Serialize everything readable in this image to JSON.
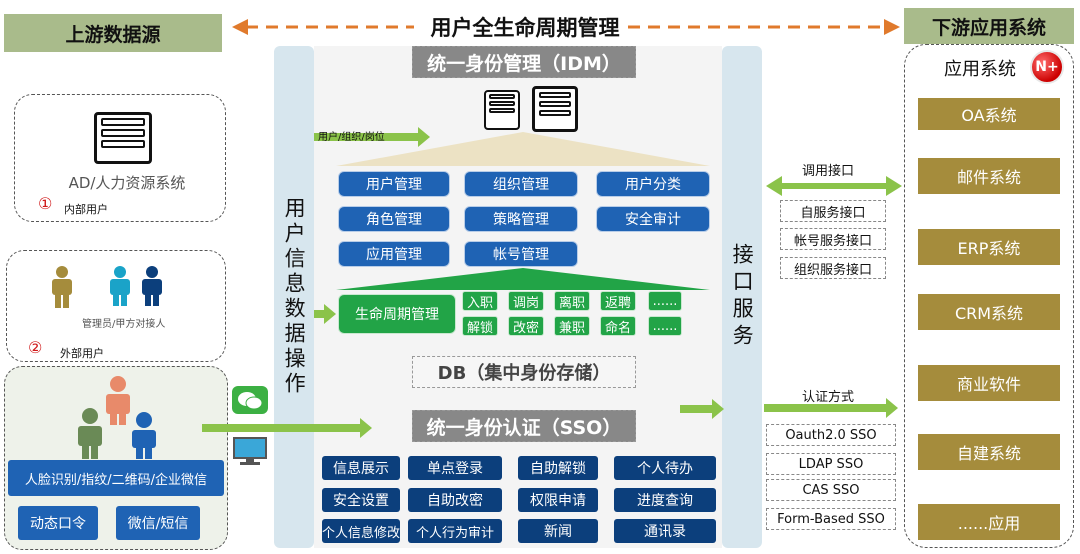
{
  "headers": {
    "upstream": "上游数据源",
    "lifecycle": "用户全生命周期管理",
    "downstream": "下游应用系统"
  },
  "upstream": {
    "ad_system": "AD/人力资源系统",
    "internal_num": "①",
    "internal_users": "内部用户",
    "admin_label": "管理员/甲方对接人",
    "external_num": "②",
    "external_users": "外部用户",
    "auth_methods": "人脸识别/指纹/二维码/企业微信",
    "dynamic_token": "动态口令",
    "wechat_sms": "微信/短信"
  },
  "columns": {
    "user_ops": "用户信息数据操作",
    "interface_service": "接口服务"
  },
  "idm": {
    "title": "统一身份管理（IDM）",
    "flow_label": "用户/组织/岗位",
    "buttons": [
      "用户管理",
      "组织管理",
      "用户分类",
      "角色管理",
      "策略管理",
      "安全审计",
      "应用管理",
      "帐号管理"
    ],
    "lifecycle_label": "生命周期管理",
    "lifecycle_items": [
      "入职",
      "调岗",
      "离职",
      "返聘",
      "......",
      "解锁",
      "改密",
      "兼职",
      "命名",
      "......"
    ],
    "db": "DB（集中身份存储）"
  },
  "sso": {
    "title": "统一身份认证（SSO）",
    "buttons": [
      "信息展示",
      "单点登录",
      "自助解锁",
      "个人待办",
      "安全设置",
      "自助改密",
      "权限申请",
      "进度查询",
      "个人信息修改",
      "个人行为审计",
      "新闻",
      "通讯录"
    ]
  },
  "interfaces": {
    "call_label": "调用接口",
    "apis": [
      "自服务接口",
      "帐号服务接口",
      "组织服务接口"
    ],
    "auth_label": "认证方式",
    "auth_methods": [
      "Oauth2.0 SSO",
      "LDAP SSO",
      "CAS SSO",
      "Form-Based SSO"
    ]
  },
  "downstream": {
    "title": "应用系统",
    "badge": "N+",
    "apps": [
      "OA系统",
      "邮件系统",
      "ERP系统",
      "CRM系统",
      "商业软件",
      "自建系统",
      "......应用"
    ]
  },
  "colors": {
    "header_bg": "#a9bb8b",
    "arrow_orange": "#e07a2c",
    "arrow_green": "#8bc34a",
    "navy": "#0c3f7c",
    "blue": "#1f63b4",
    "green": "#22a447",
    "gold": "#a58c3c",
    "column_bg": "#d7e6ee"
  }
}
